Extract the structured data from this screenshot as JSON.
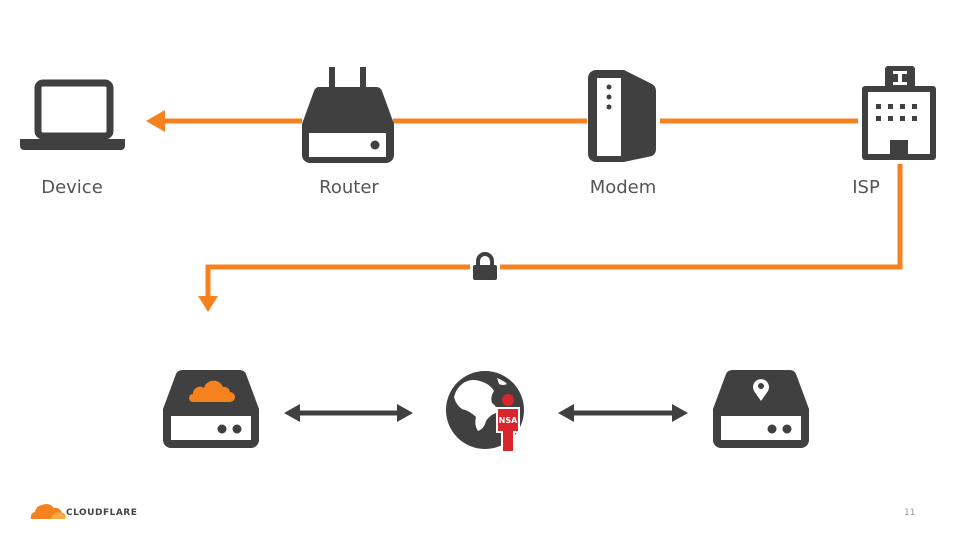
{
  "slide": {
    "page_number": "11",
    "brand_name": "CloudFlare",
    "colors": {
      "accent": "#f6821f",
      "icon": "#404041",
      "nsa": "#d9262c"
    }
  },
  "nodes": {
    "device": {
      "label": "Device",
      "icon": "laptop-icon"
    },
    "router": {
      "label": "Router",
      "icon": "router-icon"
    },
    "modem": {
      "label": "Modem",
      "icon": "modem-icon"
    },
    "isp": {
      "label": "ISP",
      "icon": "building-icon"
    },
    "cloudflare_server": {
      "icon": "cloud-server-icon"
    },
    "internet": {
      "icon": "globe-icon",
      "badge": "NSA"
    },
    "origin_server": {
      "icon": "location-server-icon"
    }
  },
  "connections": [
    {
      "from": "router",
      "to": "device",
      "style": "orange-arrow"
    },
    {
      "from": "modem",
      "to": "router",
      "style": "orange-line"
    },
    {
      "from": "isp",
      "to": "modem",
      "style": "orange-line"
    },
    {
      "from": "isp",
      "to": "cloudflare_server",
      "style": "orange-arrow",
      "encrypted": true
    },
    {
      "from": "cloudflare_server",
      "to": "internet",
      "style": "dark-double-arrow"
    },
    {
      "from": "internet",
      "to": "origin_server",
      "style": "dark-double-arrow"
    }
  ]
}
